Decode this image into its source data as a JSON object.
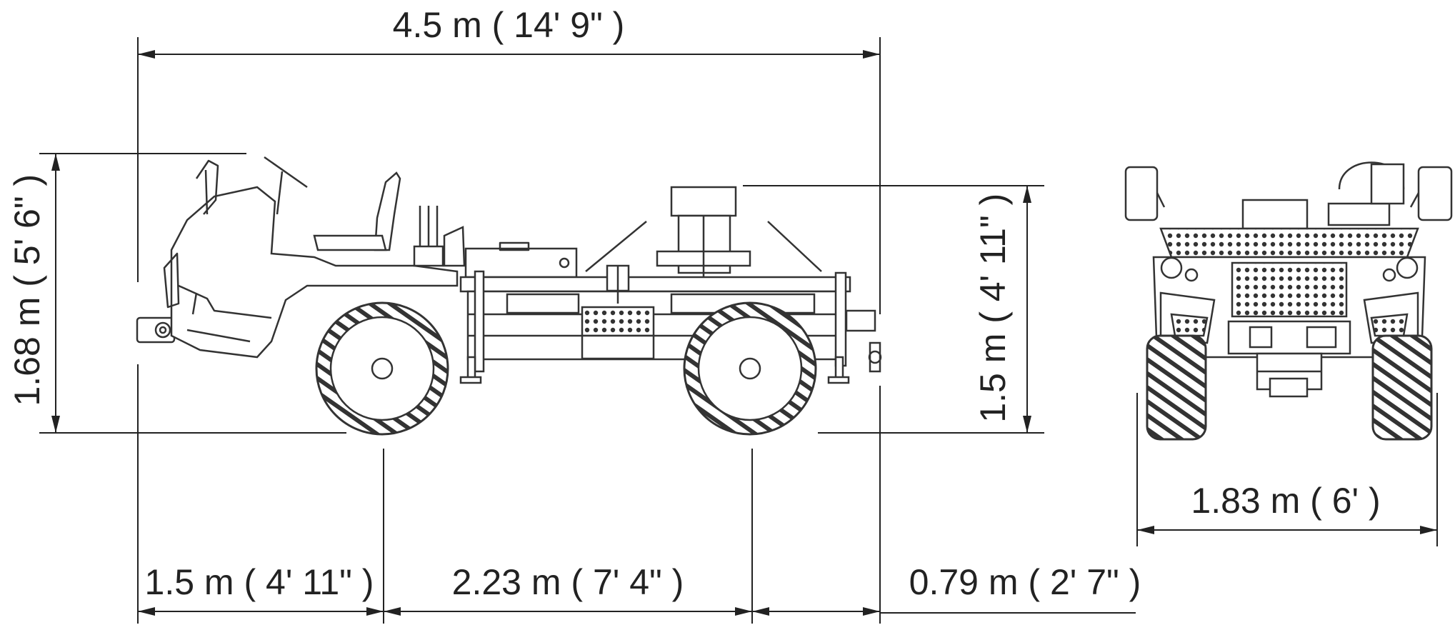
{
  "dimensions": {
    "overall_length": "4.5 m ( 14' 9\" )",
    "overall_height": "1.68 m ( 5' 6\" )",
    "platform_height": "1.5 m ( 4' 11\" )",
    "front_overhang": "1.5 m ( 4' 11\" )",
    "wheelbase": "2.23 m ( 7' 4\" )",
    "rear_overhang": "0.79 m ( 2' 7\" )",
    "width": "1.83 m ( 6' )"
  },
  "colors": {
    "line": "#222222",
    "background": "#ffffff"
  }
}
